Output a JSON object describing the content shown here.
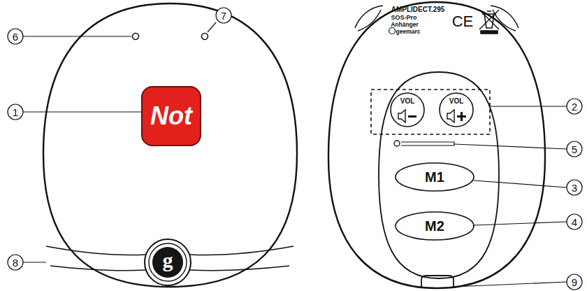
{
  "diagram": {
    "nodes": [
      {
        "text": [
          "Not"
        ]
      },
      {
        "text": [
          "g"
        ]
      },
      {
        "text": [
          "VOL"
        ]
      },
      {
        "text": [
          "VOL"
        ]
      },
      {
        "text": [
          "M1"
        ]
      },
      {
        "text": [
          "M2"
        ]
      }
    ],
    "labels": [
      "6",
      "7",
      "1",
      "8",
      "2",
      "5",
      "3",
      "4",
      "9",
      "AMPLIDECT.295",
      "SOS-Pro",
      "Anhänger",
      "geemarc",
      "CE"
    ]
  }
}
